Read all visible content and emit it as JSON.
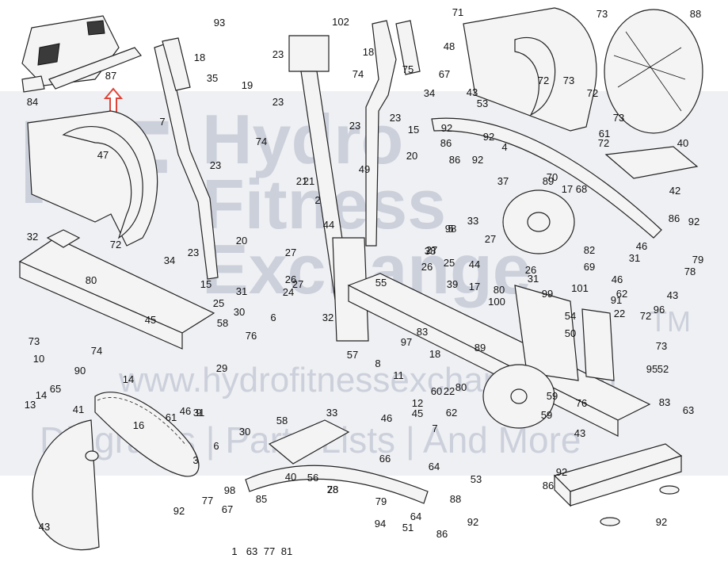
{
  "watermark": {
    "logo": "HF",
    "brand_line1": "Hydro",
    "brand_line2": "Fitness",
    "brand_line3": "Exchange",
    "trademark": "TM",
    "url": "www.hydrofitnessexchange.com",
    "tagline": "Diagrams | Parts Lists | And More"
  },
  "callouts": [
    "84",
    "87",
    "93",
    "35",
    "18",
    "19",
    "23",
    "102",
    "18",
    "75",
    "71",
    "73",
    "88",
    "48",
    "72",
    "73",
    "47",
    "7",
    "74",
    "23",
    "74",
    "49",
    "23",
    "67",
    "43",
    "53",
    "34",
    "92",
    "86",
    "23",
    "15",
    "20",
    "92",
    "86",
    "92",
    "4",
    "72",
    "73",
    "40",
    "61",
    "42",
    "72",
    "32",
    "72",
    "23",
    "34",
    "15",
    "21",
    "2",
    "27",
    "21",
    "23",
    "20",
    "37",
    "89",
    "70",
    "17",
    "68",
    "80",
    "5",
    "44",
    "27",
    "26",
    "24",
    "25",
    "31",
    "30",
    "58",
    "33",
    "27",
    "55",
    "38",
    "98",
    "26",
    "44",
    "25",
    "27",
    "39",
    "17",
    "26",
    "31",
    "80",
    "100",
    "82",
    "69",
    "101",
    "91",
    "96",
    "73",
    "9",
    "6",
    "32",
    "45",
    "46",
    "46",
    "31",
    "46",
    "92",
    "86",
    "79",
    "78",
    "43",
    "76",
    "57",
    "83",
    "97",
    "62",
    "72",
    "54",
    "50",
    "10",
    "74",
    "95",
    "18",
    "89",
    "59",
    "59",
    "22",
    "73",
    "52",
    "8",
    "11",
    "60",
    "22",
    "80",
    "12",
    "90",
    "14",
    "13",
    "14",
    "65",
    "29",
    "31",
    "30",
    "58",
    "33",
    "46",
    "45",
    "62",
    "61",
    "41",
    "16",
    "66",
    "6",
    "7",
    "40",
    "28",
    "3",
    "43",
    "83",
    "63",
    "77",
    "67",
    "85",
    "98",
    "64",
    "53",
    "92",
    "86",
    "92",
    "43",
    "79",
    "94",
    "64",
    "51",
    "88",
    "92",
    "86",
    "92",
    "76",
    "56",
    "78",
    "99",
    "1",
    "63",
    "77",
    "81"
  ],
  "arrow_icon": "up-arrow-outline",
  "colors": {
    "arrow": "#e0453a",
    "line": "#222222",
    "watermark": "#8c96af"
  }
}
